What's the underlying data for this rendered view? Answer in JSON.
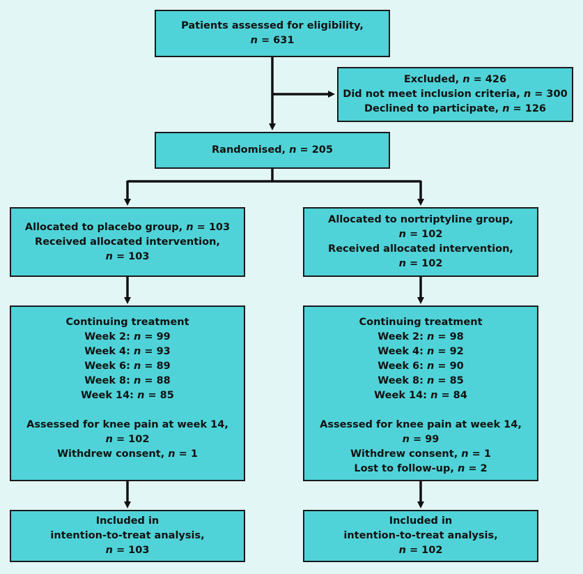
{
  "colors": {
    "background": "#e3f6f6",
    "box_fill": "#4fd3d8",
    "stroke": "#111111"
  },
  "assessed": {
    "line1": "Patients assessed for eligibility,",
    "n": "631"
  },
  "excluded": {
    "line1_label": "Excluded,",
    "line1_n": "426",
    "line2_label": "Did not meet inclusion criteria,",
    "line2_n": "300",
    "line3_label": "Declined to participate,",
    "line3_n": "126"
  },
  "randomised": {
    "label": "Randomised,",
    "n": "205"
  },
  "placebo": {
    "allocated": {
      "line1_label": "Allocated to placebo group,",
      "line1_n": "103",
      "line2": "Received allocated intervention,",
      "line3_n": "103"
    },
    "continuing": {
      "title": "Continuing treatment",
      "weeks": [
        {
          "label": "Week 2:",
          "n": "99"
        },
        {
          "label": "Week 4:",
          "n": "93"
        },
        {
          "label": "Week 6:",
          "n": "89"
        },
        {
          "label": "Week 8:",
          "n": "88"
        },
        {
          "label": "Week 14:",
          "n": "85"
        }
      ],
      "assessed": "Assessed for knee pain at week 14,",
      "assessed_n": "102",
      "withdrew_label": "Withdrew consent,",
      "withdrew_n": "1"
    },
    "included": {
      "line1": "Included in",
      "line2": "intention-to-treat analysis,",
      "n": "103"
    }
  },
  "nortriptyline": {
    "allocated": {
      "line1": "Allocated to nortriptyline group,",
      "line2_n": "102",
      "line3": "Received allocated intervention,",
      "line4_n": "102"
    },
    "continuing": {
      "title": "Continuing treatment",
      "weeks": [
        {
          "label": "Week 2:",
          "n": "98"
        },
        {
          "label": "Week 4:",
          "n": "92"
        },
        {
          "label": "Week 6:",
          "n": "90"
        },
        {
          "label": "Week 8:",
          "n": " 85"
        },
        {
          "label": "Week 14:",
          "n": "84"
        }
      ],
      "assessed": "Assessed for knee pain at week 14,",
      "assessed_n": "99",
      "withdrew_label": "Withdrew consent,",
      "withdrew_n": "1",
      "lost_label": "Lost to follow-up,",
      "lost_n": "2"
    },
    "included": {
      "line1": "Included in",
      "line2": "intention-to-treat analysis,",
      "n": "102"
    }
  }
}
